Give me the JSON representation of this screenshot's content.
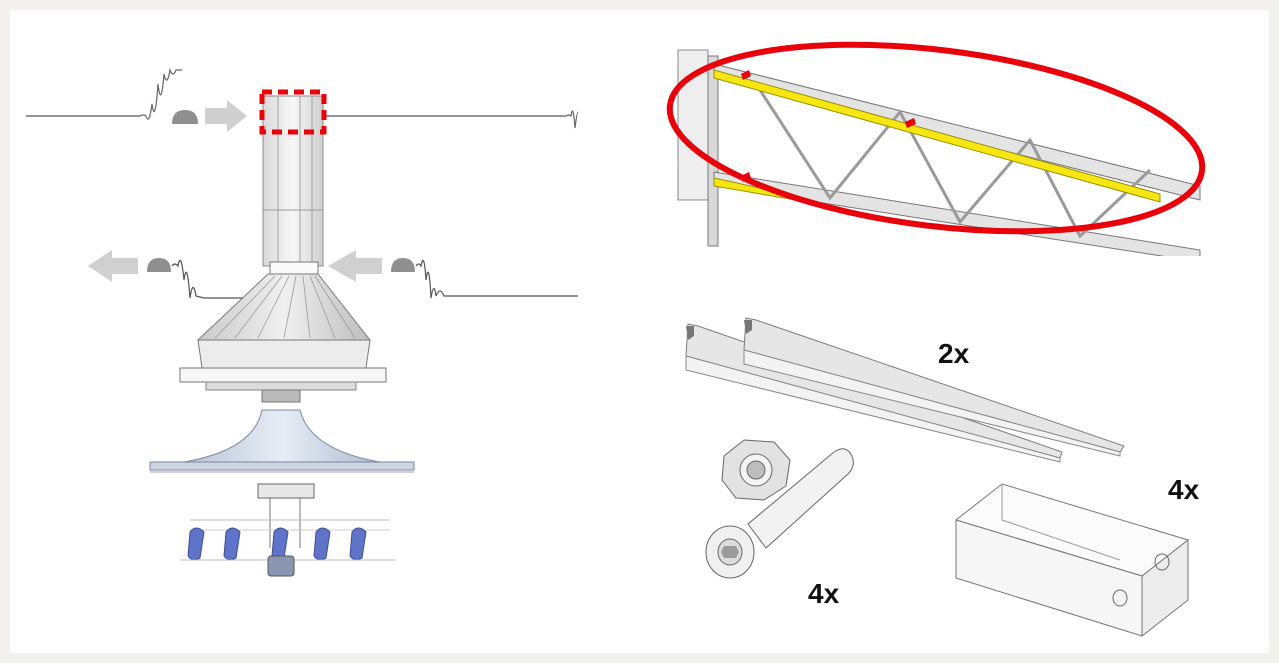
{
  "quantities": {
    "rails": "2x",
    "brackets": "4x",
    "bolts": "4x"
  },
  "colors": {
    "highlight_red": "#e8000b",
    "rail_yellow": "#f5e614",
    "paddle_blue": "#5f74c8",
    "line_gray": "#8a8a8a"
  },
  "icons": [
    "sound-wave-icon",
    "arrow-icon",
    "bolt-icon",
    "nut-icon",
    "bracket-icon"
  ]
}
